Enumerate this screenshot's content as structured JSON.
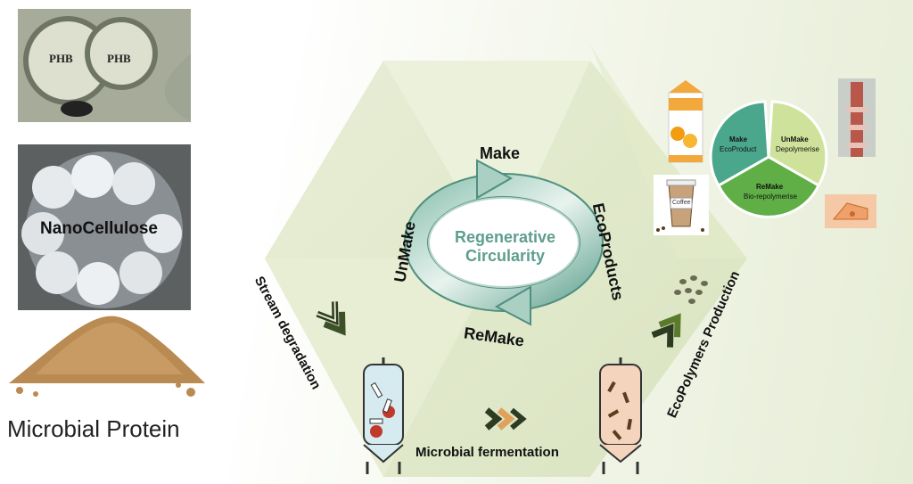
{
  "photos": {
    "phb": {
      "label_1": "PHB",
      "label_2": "PHB"
    },
    "nanocellulose": {
      "label": "NanoCellulose"
    },
    "microbial_protein": {
      "label": "Microbial Protein"
    }
  },
  "cycle": {
    "center_line1": "Regenerative",
    "center_line2": "Circularity",
    "make": "Make",
    "unmake": "UnMake",
    "remake": "ReMake",
    "ecoproducts": "EcoProducts"
  },
  "process": {
    "stream_degradation": "Stream degradation",
    "microbial_fermentation": "Microbial fermentation",
    "ecopolymers_production": "EcoPolymers Production"
  },
  "pie": {
    "make_title": "Make",
    "make_sub": "EcoProduct",
    "unmake_title": "UnMake",
    "unmake_sub": "Depolymerise",
    "remake_title": "ReMake",
    "remake_sub": "Bio-repolymerise"
  },
  "products": {
    "coffee_label": "Coffee"
  },
  "colors": {
    "hexagon": "#dfe8c9",
    "cycle_teal": "#5e9e8d",
    "pie_light": "#cfe29b",
    "pie_teal": "#3f9b83",
    "pie_green": "#5fae46",
    "bioreactor_left": "#d6ebf0",
    "bioreactor_right": "#f4d4bd",
    "chevron": "#2d3b20"
  }
}
